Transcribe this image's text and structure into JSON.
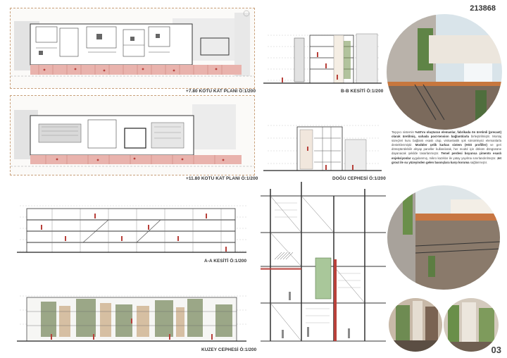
{
  "board": {
    "id": "213868",
    "page_number": "03"
  },
  "captions": {
    "plan_780": "+7.80 KOTU KAT PLANI Ö:1/200",
    "plan_1180": "+11.80 KOTU KAT PLANI Ö:1/200",
    "section_bb": "B-B KESİTİ Ö:1/200",
    "elev_dogu": "DOĞU CEPHESİ Ö:1/200",
    "section_aa": "A-A KESİTİ Ö:1/200",
    "elev_kuzey": "KUZEY CEPHESİ Ö:1/200"
  },
  "description": {
    "p1": "Taşıyıcı sistemin ",
    "b1": "%40'ını oluşturan elemanlar, fabrikada ön üretimli (precast) olarak üretilmiş, sahada post-tension bağlantılarla",
    "p2": " birleştirilmiştir. Montaj süreçleri kuru bağlantı esaslı olup, viskoelastik şok sönümleyici elemanlarla desteklenmiştir. ",
    "b2": "Modüler çelik karkas sistem (HSS profiller)",
    "p3": " ve geri dönüştürülebilir ahşap paneller kullanılarak, her modül için döküm döngüsüne dayanacak şekilde tasarlanmıştır. ",
    "b3": "Temel perdesi boyunca çimento esaslı enjeksiyonlar",
    "p4": " uygulanmış, mikro kazıklar ile yatay yayılma sınırlandırılmıştır. ",
    "b4": "Jet grout ile su yüzeyinden gelen basınçlara karşı koruma",
    "p5": " sağlanmıştır."
  },
  "colors": {
    "accent_red": "#b8403a",
    "pink_band": "#e9b3ad",
    "frame_dash": "#c9a07a",
    "green": "#6d8a4f",
    "sky": "#d9e4ea"
  }
}
